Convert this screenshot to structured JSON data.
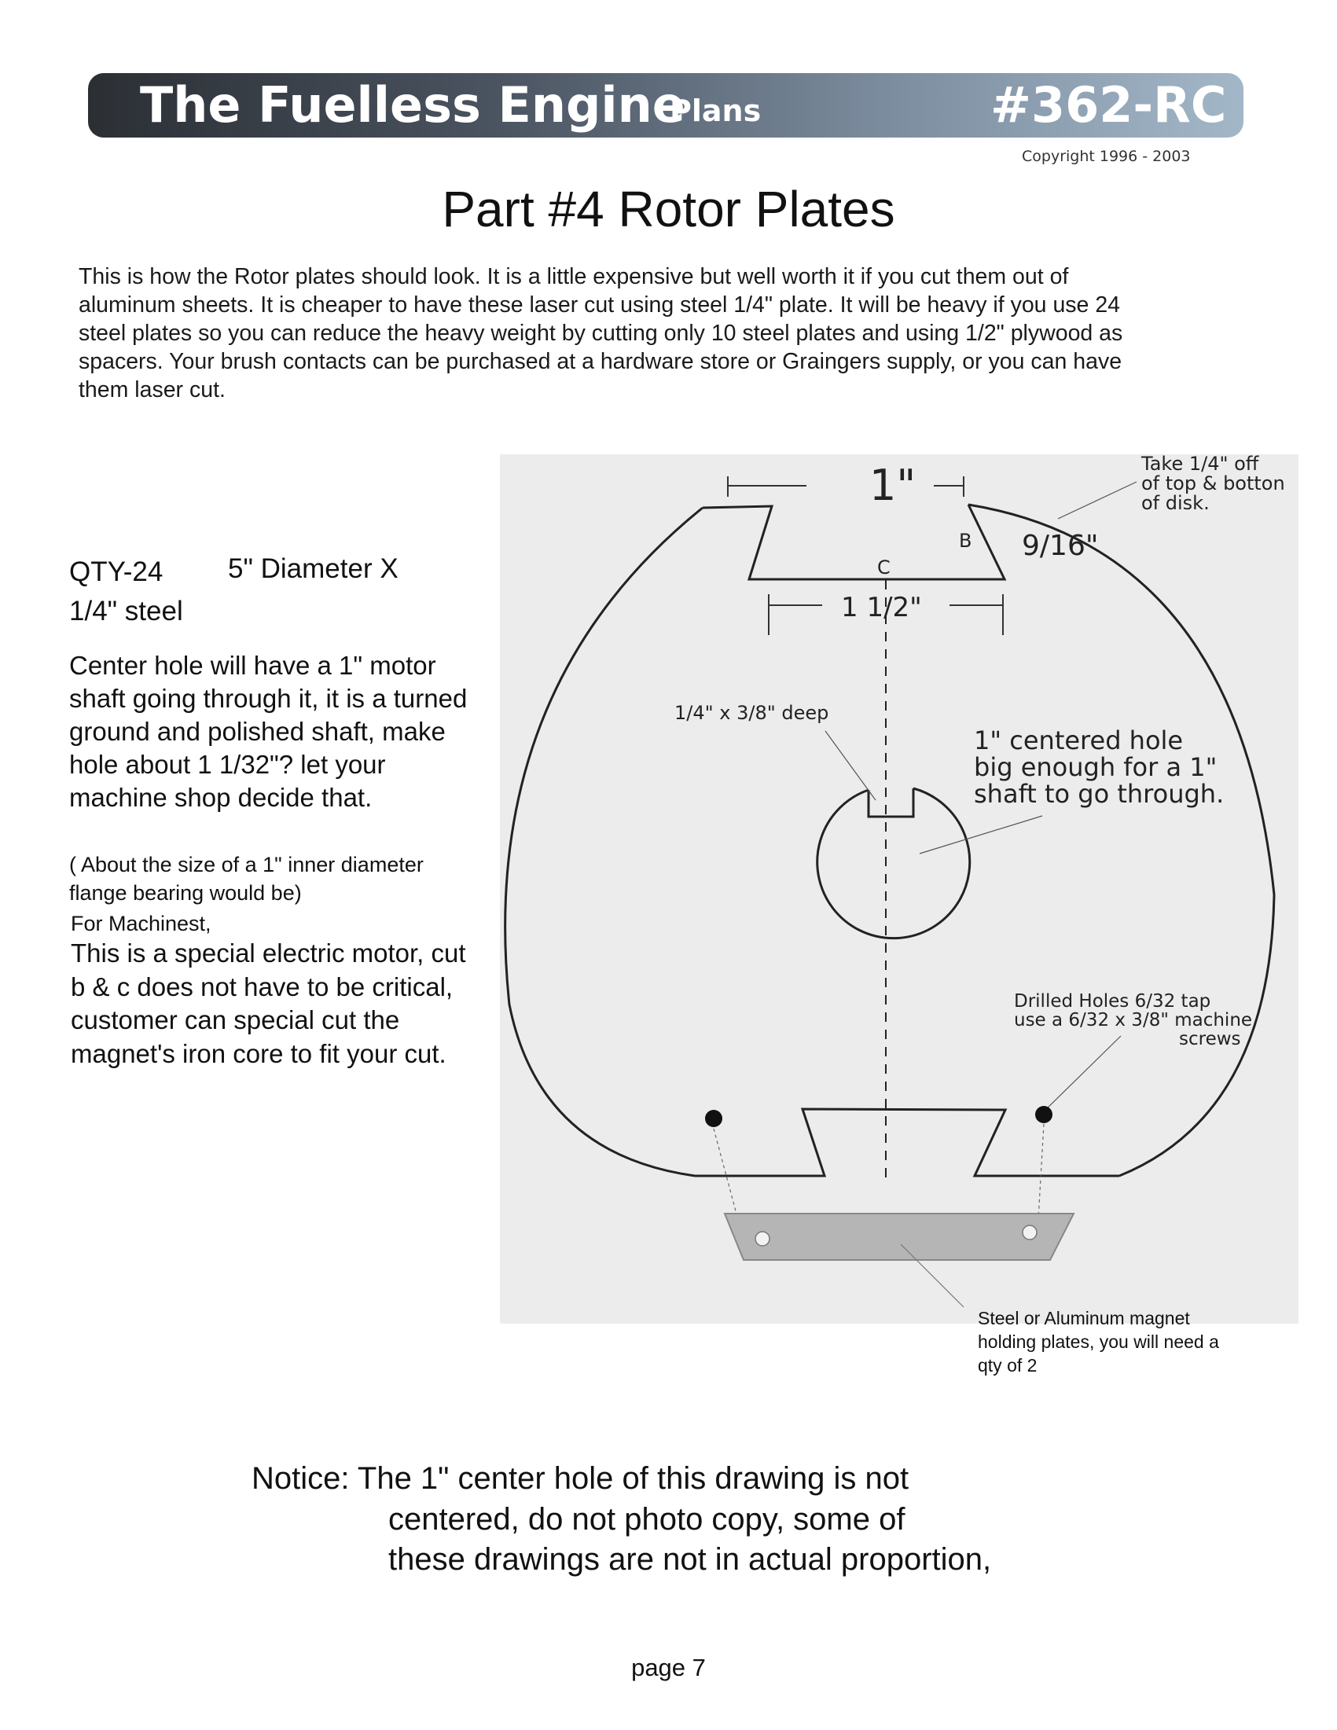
{
  "header": {
    "title": "The Fuelless Engine",
    "plans": "Plans",
    "number": "#362-RC",
    "copyright": "Copyright  1996 - 2003"
  },
  "page_title": "Part #4 Rotor Plates",
  "intro": "This is how the Rotor plates should look. It is a little expensive but well worth it if you cut them out of aluminum sheets. It is cheaper to have these laser cut using steel 1/4\" plate. It will be heavy if you use 24 steel plates so you can reduce the heavy weight by cutting only 10 steel plates and using 1/2\" plywood as spacers. Your brush contacts can be purchased at a hardware store or Graingers supply, or you can have them laser cut.",
  "specs": {
    "qty": "QTY-24",
    "diameter": "5\" Diameter X",
    "material": "1/4\" steel",
    "center_hole": "Center hole will have a 1\" motor shaft going through it, it is a turned ground and polished shaft, make hole about 1 1/32\"? let your machine shop decide that.",
    "about_size": "( About the size of a 1\" inner diameter flange bearing would be)",
    "for_machinest": "For Machinest,",
    "special_motor": "This is a special electric motor, cut b & c does not have to be critical, customer can special cut the magnet's iron core to fit your cut."
  },
  "drawing": {
    "dim_top": "1\"",
    "take_off_1": "Take 1/4\" off",
    "take_off_2": "of top & botton",
    "take_off_3": "of disk.",
    "label_b": "B",
    "label_c": "C",
    "dim_9_16": "9/16\"",
    "dim_1_1_2": "1 1/2\"",
    "keyway": "1/4\" x 3/8\" deep",
    "hole_1": "1\" centered hole",
    "hole_2": "big enough for a 1\"",
    "hole_3": "shaft to go through.",
    "drill_1": "Drilled Holes 6/32 tap",
    "drill_2": "use a 6/32 x 3/8\" machine",
    "drill_3": "screws"
  },
  "caption": "Steel or Aluminum magnet holding plates, you will need a qty of 2",
  "notice": {
    "line1": "Notice: The 1\" center hole of this drawing is not",
    "line2": "centered, do not photo copy, some of",
    "line3": "these drawings are not in actual proportion,"
  },
  "page": "page 7"
}
